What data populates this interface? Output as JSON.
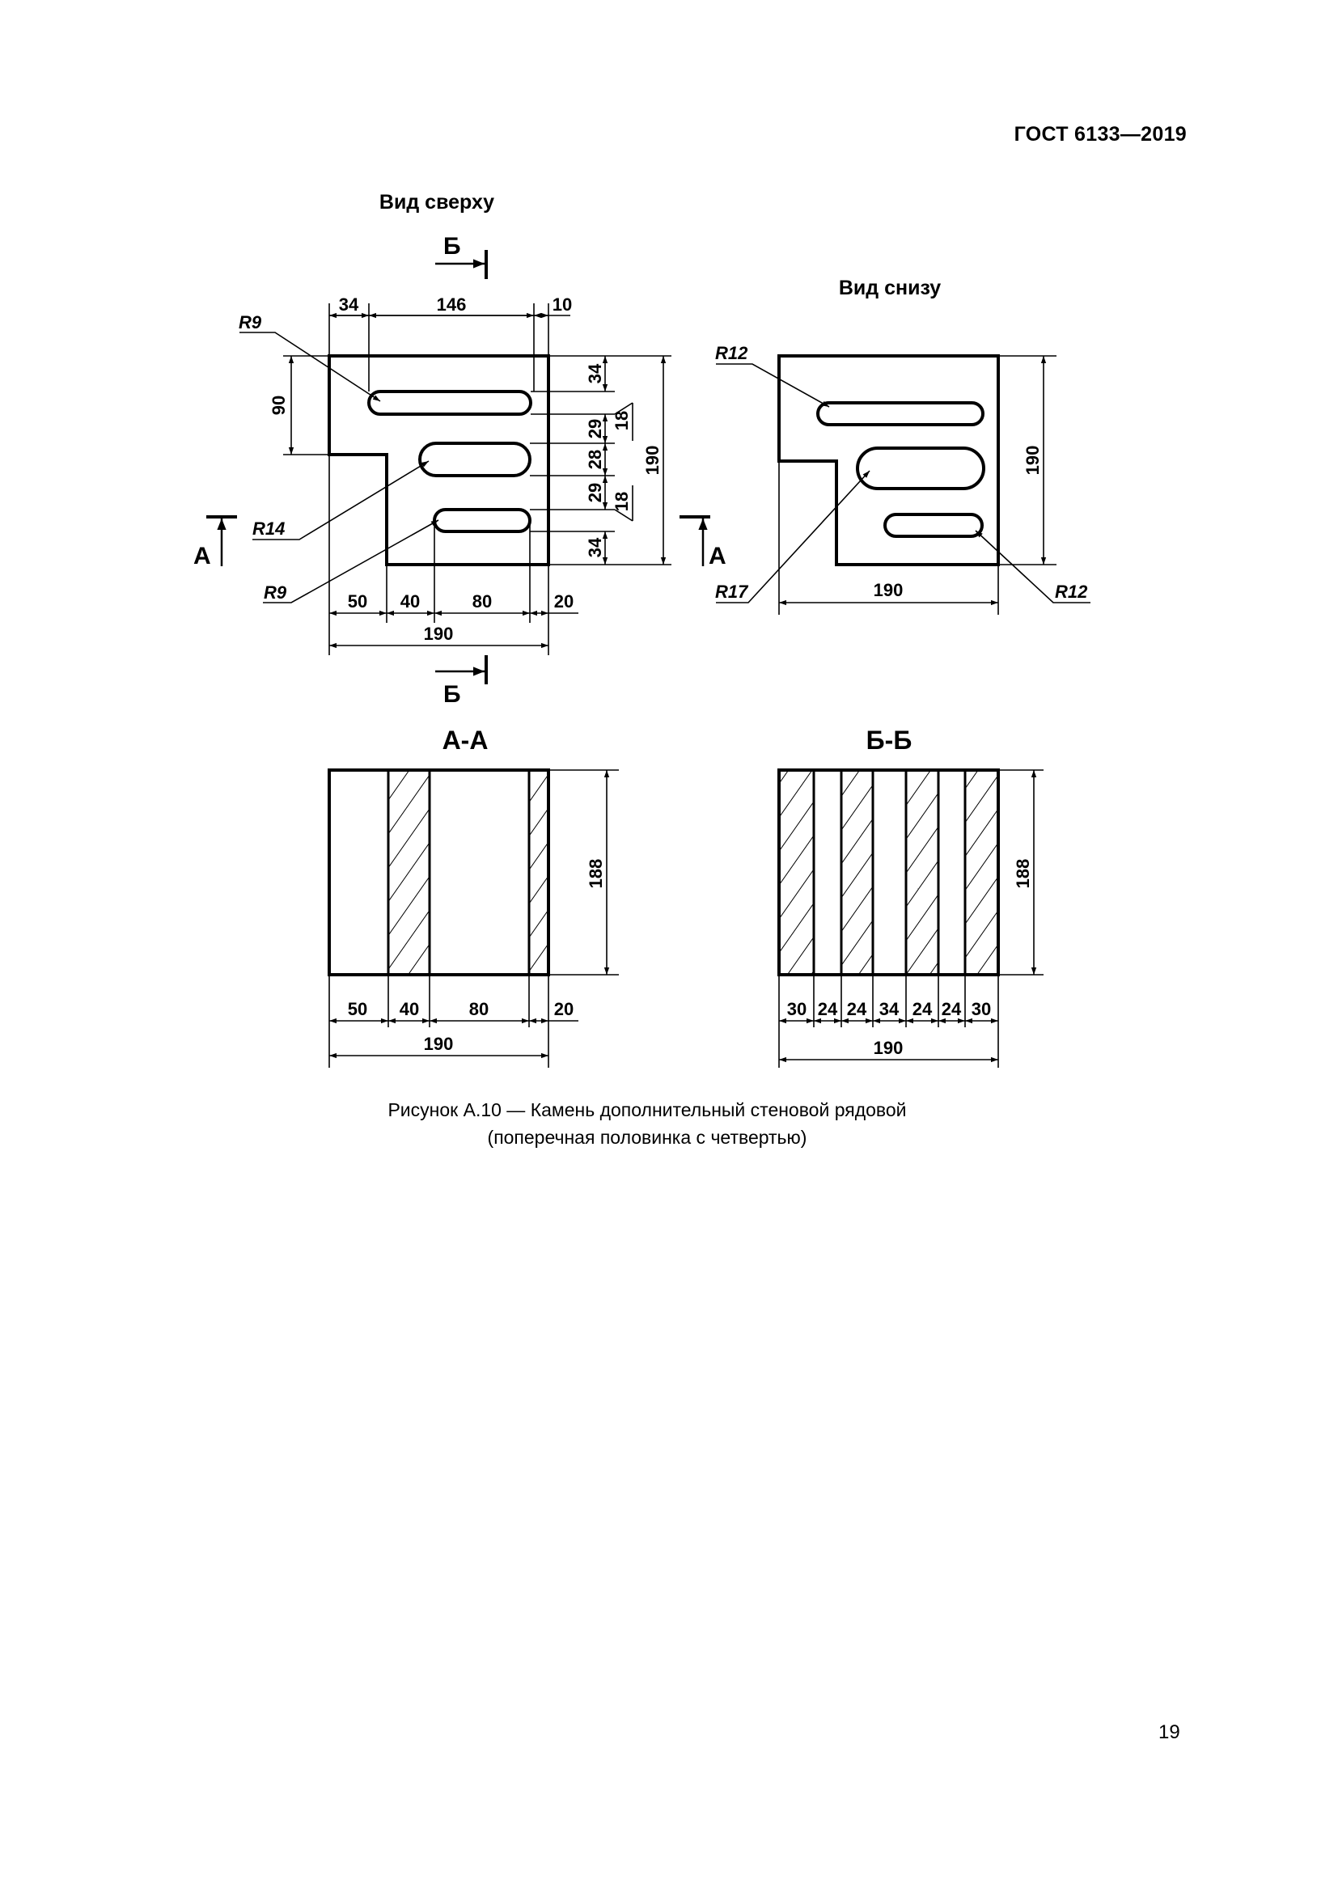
{
  "header": {
    "doc_code": "ГОСТ 6133—2019"
  },
  "views": {
    "top": {
      "title": "Вид сверху",
      "dims": {
        "w34": "34",
        "w146": "146",
        "w10": "10",
        "h90": "90",
        "r34a": "34",
        "r29a": "29",
        "r28": "28",
        "r29b": "29",
        "r34b": "34",
        "r18a": "18",
        "r18b": "18",
        "h190": "190",
        "b50": "50",
        "b40": "40",
        "b80": "80",
        "b20": "20",
        "b190": "190"
      },
      "radii": {
        "r9_top": "R9",
        "r14": "R14",
        "r9_bottom": "R9"
      }
    },
    "bottom": {
      "title": "Вид снизу",
      "dims": {
        "h190": "190",
        "w190": "190"
      },
      "radii": {
        "r12_top": "R12",
        "r17": "R17",
        "r12_bottom": "R12"
      }
    }
  },
  "sections": {
    "aa": {
      "title": "А-А",
      "dims": {
        "h188": "188",
        "d50": "50",
        "d40": "40",
        "d80": "80",
        "d20": "20",
        "total": "190"
      }
    },
    "bb": {
      "title": "Б-Б",
      "dims": {
        "h188": "188",
        "d1": "30",
        "d2": "24",
        "d3": "24",
        "d4": "34",
        "d5": "24",
        "d6": "24",
        "d7": "30",
        "total": "190"
      }
    }
  },
  "cut_labels": {
    "a": "А",
    "b": "Б"
  },
  "caption": {
    "line1": "Рисунок А.10 — Камень дополнительный стеновой рядовой",
    "line2": "(поперечная половинка с четвертью)"
  },
  "page_number": "19"
}
